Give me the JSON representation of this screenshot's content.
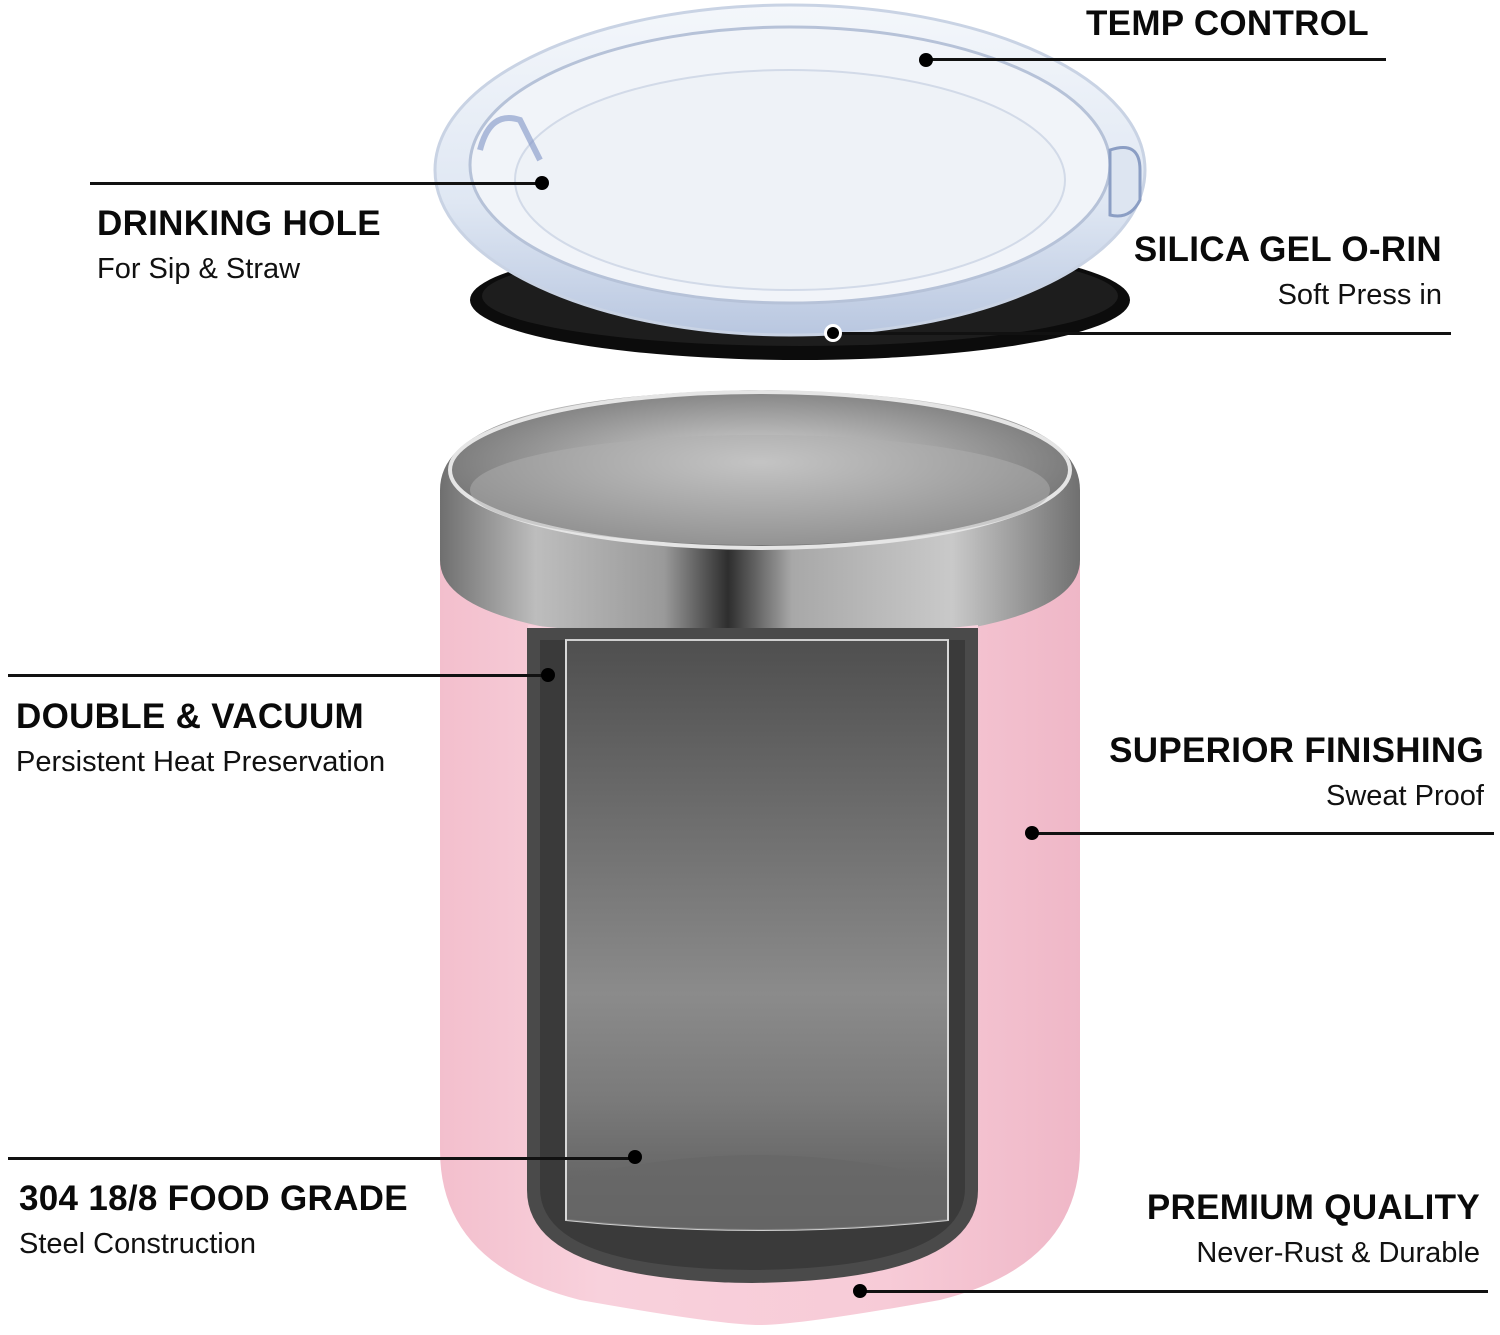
{
  "product": {
    "name": "Insulated tumbler with lid",
    "body_color": "#f6c9d6",
    "steel_color": "#9a9a9a",
    "interior_color": "#5e5e5e",
    "lid_color": "#e6eef8",
    "gasket_color": "#111111"
  },
  "callouts": [
    {
      "id": "temp-control",
      "title": "TEMP CONTROL",
      "subtitle": "",
      "side": "right"
    },
    {
      "id": "drinking-hole",
      "title": "DRINKING HOLE",
      "subtitle": "For Sip & Straw",
      "side": "left"
    },
    {
      "id": "silica-gel-o-ring",
      "title": "SILICA GEL O-RIN",
      "subtitle": "Soft Press in",
      "side": "right"
    },
    {
      "id": "double-vacuum",
      "title": "DOUBLE & VACUUM",
      "subtitle": "Persistent Heat Preservation",
      "side": "left"
    },
    {
      "id": "superior-finishing",
      "title": "SUPERIOR FINISHING",
      "subtitle": "Sweat Proof",
      "side": "right"
    },
    {
      "id": "food-grade",
      "title": "304 18/8 FOOD GRADE",
      "subtitle": "Steel Construction",
      "side": "left"
    },
    {
      "id": "premium-quality",
      "title": "PREMIUM QUALITY",
      "subtitle": "Never-Rust & Durable",
      "side": "right"
    }
  ]
}
